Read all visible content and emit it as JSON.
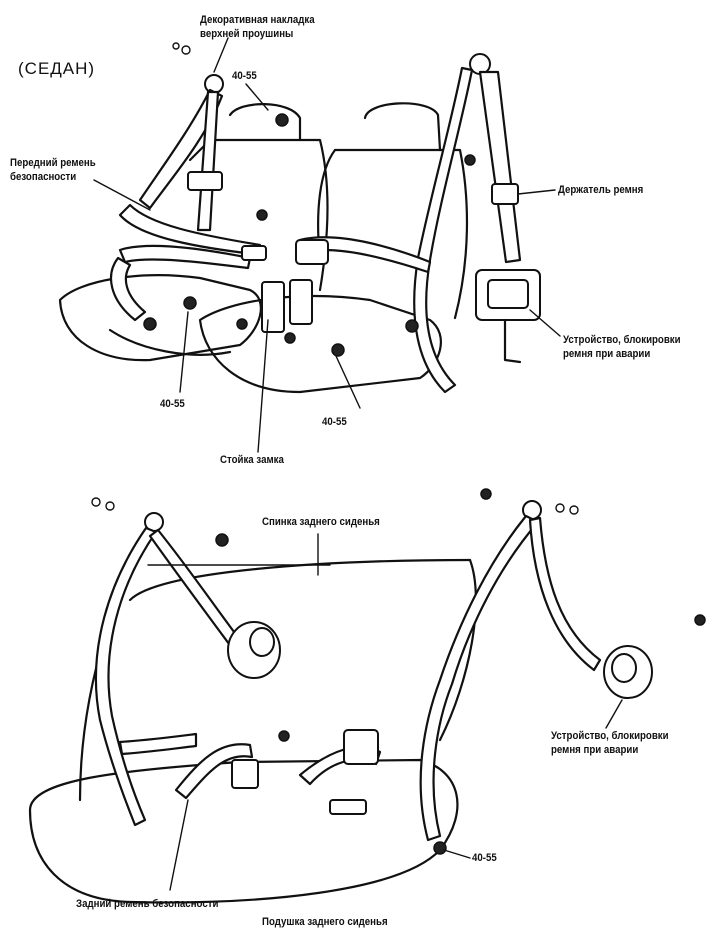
{
  "variant_label": "(СЕДАН)",
  "top": {
    "decorative_cover": [
      "Декоративная накладка",
      "верхней проушины"
    ],
    "torque_upper": "40-55",
    "front_belt": [
      "Передний ремень",
      "безопасности"
    ],
    "belt_holder": "Держатель ремня",
    "locking_device": [
      "Устройство, блокировки",
      "ремня при аварии"
    ],
    "torque_lower_left": "40-55",
    "torque_lower_right": "40-55",
    "buckle_post": "Стойка замка"
  },
  "bottom": {
    "rear_seatback": "Спинка заднего сиденья",
    "locking_device": [
      "Устройство, блокировки",
      "ремня при аварии"
    ],
    "torque": "40-55",
    "rear_belt": "Задний ремень безопасности",
    "rear_cushion": "Подушка заднего сиденья"
  },
  "colors": {
    "ink": "#111111",
    "paper": "#ffffff"
  }
}
